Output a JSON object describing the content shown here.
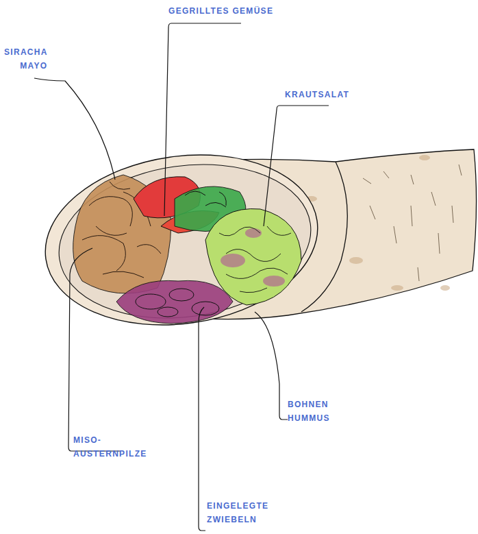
{
  "diagram": {
    "labels": [
      "GEGRILLTES GEMÜSE",
      "SIRACHA MAYO",
      "KRAUTSALAT",
      "BOHNEN HUMMUS",
      "MISO- AUSTERNPILZE",
      "EINGELEGTE ZWIEBELN"
    ]
  }
}
